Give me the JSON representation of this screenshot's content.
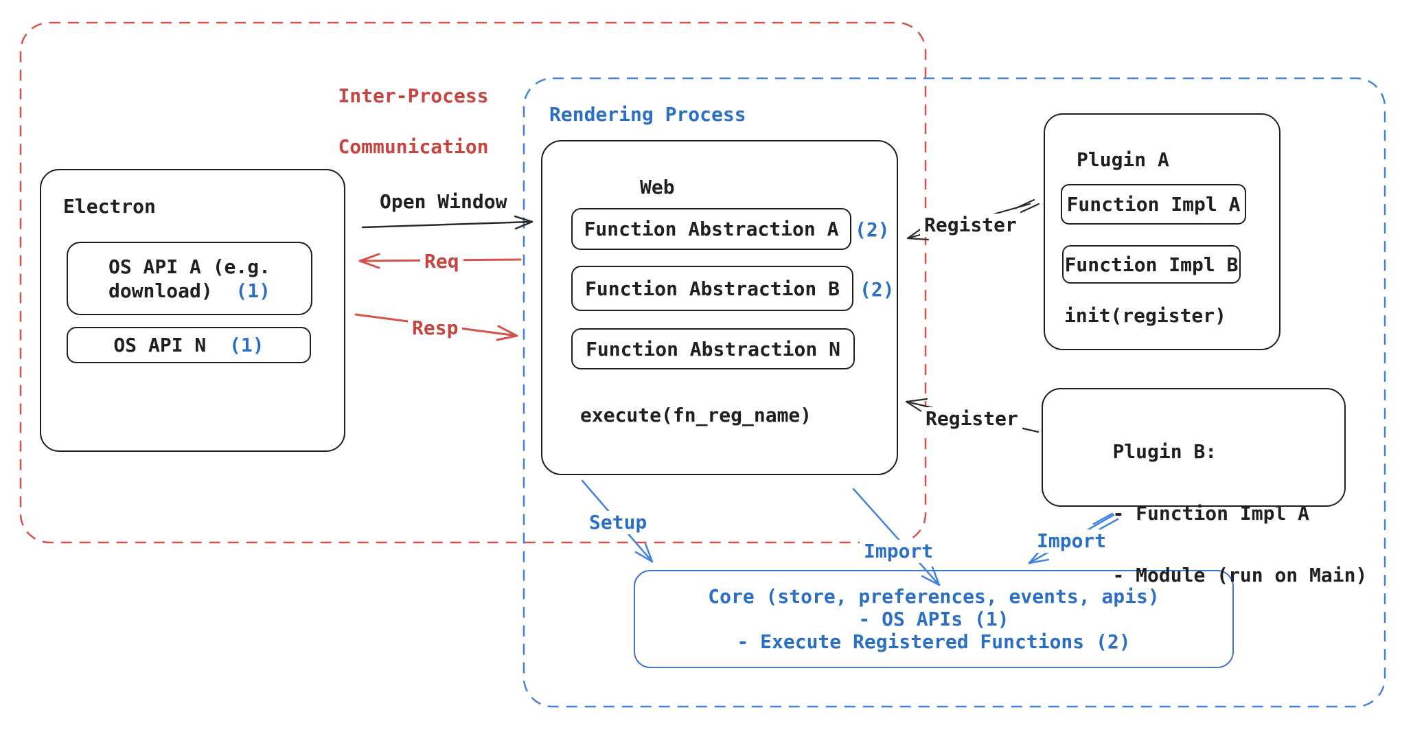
{
  "diagram": {
    "ipc_box": {
      "label_line1": "Inter-Process",
      "label_line2": "Communication"
    },
    "rendering_box": {
      "label": "Rendering Process"
    },
    "electron": {
      "title": "Electron",
      "os_api_a": {
        "line1": "OS API A (e.g.",
        "line2": "download)",
        "badge": "(1)"
      },
      "os_api_n": {
        "label": "OS API N",
        "badge": "(1)"
      }
    },
    "web": {
      "title": "Web",
      "fn_abstraction_a": {
        "label": "Function Abstraction A",
        "badge": "(2)"
      },
      "fn_abstraction_b": {
        "label": "Function Abstraction B",
        "badge": "(2)"
      },
      "fn_abstraction_n": {
        "label": "Function Abstraction N"
      },
      "execute": "execute(fn_reg_name)"
    },
    "plugin_a": {
      "title": "Plugin A",
      "impl_a": "Function Impl A",
      "impl_b": "Function Impl B",
      "init": "init(register)"
    },
    "plugin_b": {
      "line1": "Plugin B:",
      "line2": "- Function Impl A",
      "line3": "- Module (run on Main)"
    },
    "core": {
      "line1": "Core (store, preferences, events, apis)",
      "line2": "- OS APIs (1)",
      "line3": "- Execute Registered Functions (2)"
    },
    "arrows": {
      "open_window": "Open Window",
      "req": "Req",
      "resp": "Resp",
      "register_top": "Register",
      "register_bottom": "Register",
      "setup": "Setup",
      "import_web": "Import",
      "import_plugin": "Import"
    },
    "colors": {
      "red": "#d6524b",
      "red_text": "#c7443f",
      "blue": "#2b6fc4",
      "blue_dash": "#4283d9",
      "black": "#1f1f1f"
    }
  }
}
